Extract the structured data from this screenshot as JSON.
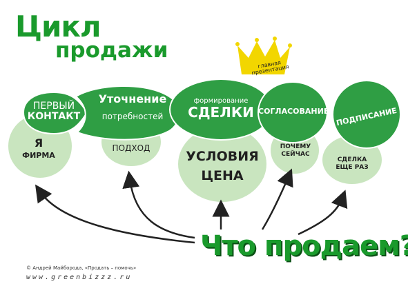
{
  "title": {
    "line1": "Цикл",
    "line2": "продажи"
  },
  "crown": {
    "line1": "главная",
    "line2": "презентация"
  },
  "stages": [
    {
      "line1": "ПЕРВЫЙ",
      "line2": "КОНТАКТ"
    },
    {
      "line1": "Уточнение",
      "line2": "потребностей"
    },
    {
      "line1": "формирование",
      "line2": "СДЕЛКИ"
    },
    {
      "line1": "СОГЛАСОВАНИЕ"
    },
    {
      "line1": "ПОДПИСАНИЕ"
    }
  ],
  "topics": [
    {
      "line1": "Я",
      "line2": "ФИРМА"
    },
    {
      "line1": "ПОДХОД"
    },
    {
      "line1": "УСЛОВИЯ",
      "line2": "ЦЕНА"
    },
    {
      "line1": "ПОЧЕМУ",
      "line2": "СЕЙЧАС"
    },
    {
      "line1": "СДЕЛКА",
      "line2": "ЕЩЕ РАЗ"
    }
  ],
  "question": "Что продаем?",
  "footer": {
    "copyright": "© Андрей Майборода, «Продать – помочь»",
    "website": "www.greenbizzz.ru"
  },
  "colors": {
    "dark_green": "#2f9e44",
    "light_green": "#c9e5bf",
    "title_green": "#1a9a2c",
    "crown": "#f2d600"
  }
}
